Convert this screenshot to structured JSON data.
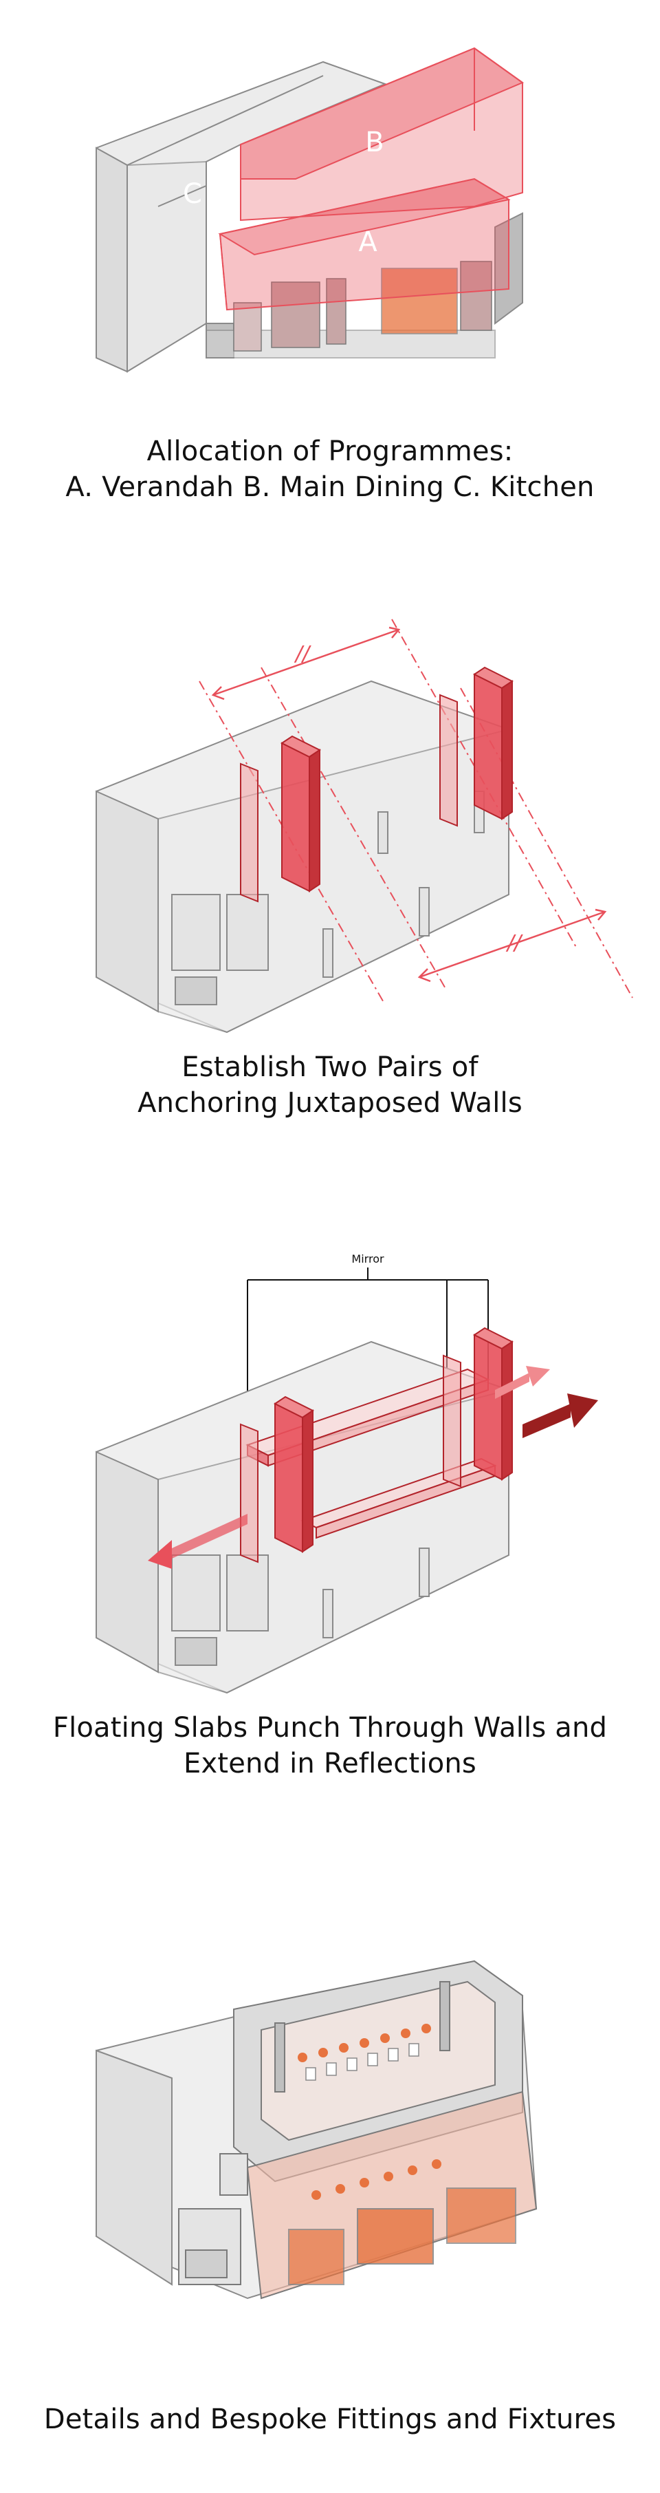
{
  "panels": [
    {
      "labels": {
        "a": "A",
        "b": "B",
        "c": "C"
      },
      "caption_lines": [
        "Allocation of Programmes:",
        "A. Verandah B. Main Dining C. Kitchen"
      ]
    },
    {
      "dimension_marks": [
        "//",
        "//"
      ],
      "caption_lines": [
        "Establish Two Pairs of",
        "Anchoring Juxtaposed Walls"
      ]
    },
    {
      "mirror_label": "Mirror",
      "caption_lines": [
        "Floating Slabs Punch Through Walls and",
        "Extend in Reflections"
      ]
    },
    {
      "caption_lines": [
        "Details and Bespoke Fittings and Fixtures"
      ]
    }
  ],
  "colors": {
    "accent_red": "#e8505b",
    "accent_red_light": "#f4a6a8",
    "accent_dark_red": "#9a1f1f",
    "accent_orange": "#e7733f",
    "line_grey": "#8a8a8a",
    "fill_grey": "#eeeeee"
  }
}
